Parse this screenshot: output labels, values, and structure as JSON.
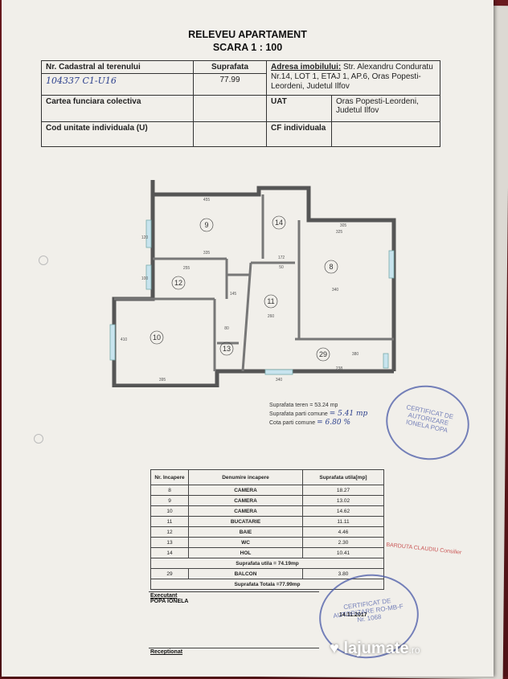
{
  "header": {
    "title": "RELEVEU APARTAMENT",
    "scale": "SCARA 1 : 100"
  },
  "info_table": {
    "nr_cadastral_label": "Nr. Cadastral al terenului",
    "nr_cadastral_value": "104337 C1-U16",
    "suprafata_label": "Suprafata",
    "suprafata_value": "77.99",
    "adresa_label": "Adresa imobilului:",
    "adresa_value": "Str. Alexandru Conduratu Nr.14, LOT 1, ETAJ 1, AP.6, Oras Popesti-Leordeni, Judetul Ilfov",
    "carte_label": "Cartea funciara colectiva",
    "uat_label": "UAT",
    "uat_value": "Oras Popesti-Leordeni, Judetul Ilfov",
    "cod_label": "Cod unitate individuala (U)",
    "cf_label": "CF individuala"
  },
  "plan": {
    "rooms": [
      "9",
      "14",
      "8",
      "12",
      "11",
      "10",
      "13",
      "29"
    ],
    "dims": [
      "455",
      "335",
      "172",
      "50",
      "325",
      "255",
      "145",
      "260",
      "340",
      "80",
      "395",
      "340",
      "238",
      "380",
      "120",
      "100",
      "410",
      "305"
    ]
  },
  "areas": {
    "teren_label": "Suprafata teren",
    "teren_value": "= 53.24 mp",
    "parti_label": "Suprafata parti comune",
    "parti_value": "= 5.41 mp",
    "cota_label": "Cota parti comune",
    "cota_value": "= 6.80 %"
  },
  "rooms_table": {
    "col_nr": "Nr. Incapere",
    "col_den": "Denumire incapere",
    "col_sup": "Suprafata utila[mp]",
    "rows": [
      {
        "nr": "8",
        "den": "CAMERA",
        "sup": "18.27"
      },
      {
        "nr": "9",
        "den": "CAMERA",
        "sup": "13.02"
      },
      {
        "nr": "10",
        "den": "CAMERA",
        "sup": "14.62"
      },
      {
        "nr": "11",
        "den": "BUCATARIE",
        "sup": "11.11"
      },
      {
        "nr": "12",
        "den": "BAIE",
        "sup": "4.46"
      },
      {
        "nr": "13",
        "den": "WC",
        "sup": "2.30"
      },
      {
        "nr": "14",
        "den": "HOL",
        "sup": "10.41"
      }
    ],
    "utila": "Suprafata utila = 74.19mp",
    "balcon": {
      "nr": "29",
      "den": "BALCON",
      "sup": "3.80"
    },
    "totala": "Suprafata Totala =77.99mp"
  },
  "signatures": {
    "executant_label": "Executant",
    "executant_name": "POPA IONELA",
    "date": "14.11.2017",
    "receptionat_label": "Receptionat"
  },
  "stamps": {
    "s1": "CERTIFICAT DE AUTORIZARE IONELA POPA",
    "s2": "CERTIFICAT DE AUTORIZARE RO-MB-F Nr. 1068",
    "red": "BARDUTA CLAUDIU Consilier"
  },
  "watermark": {
    "brand": "lajumate",
    "tld": ".ro"
  }
}
